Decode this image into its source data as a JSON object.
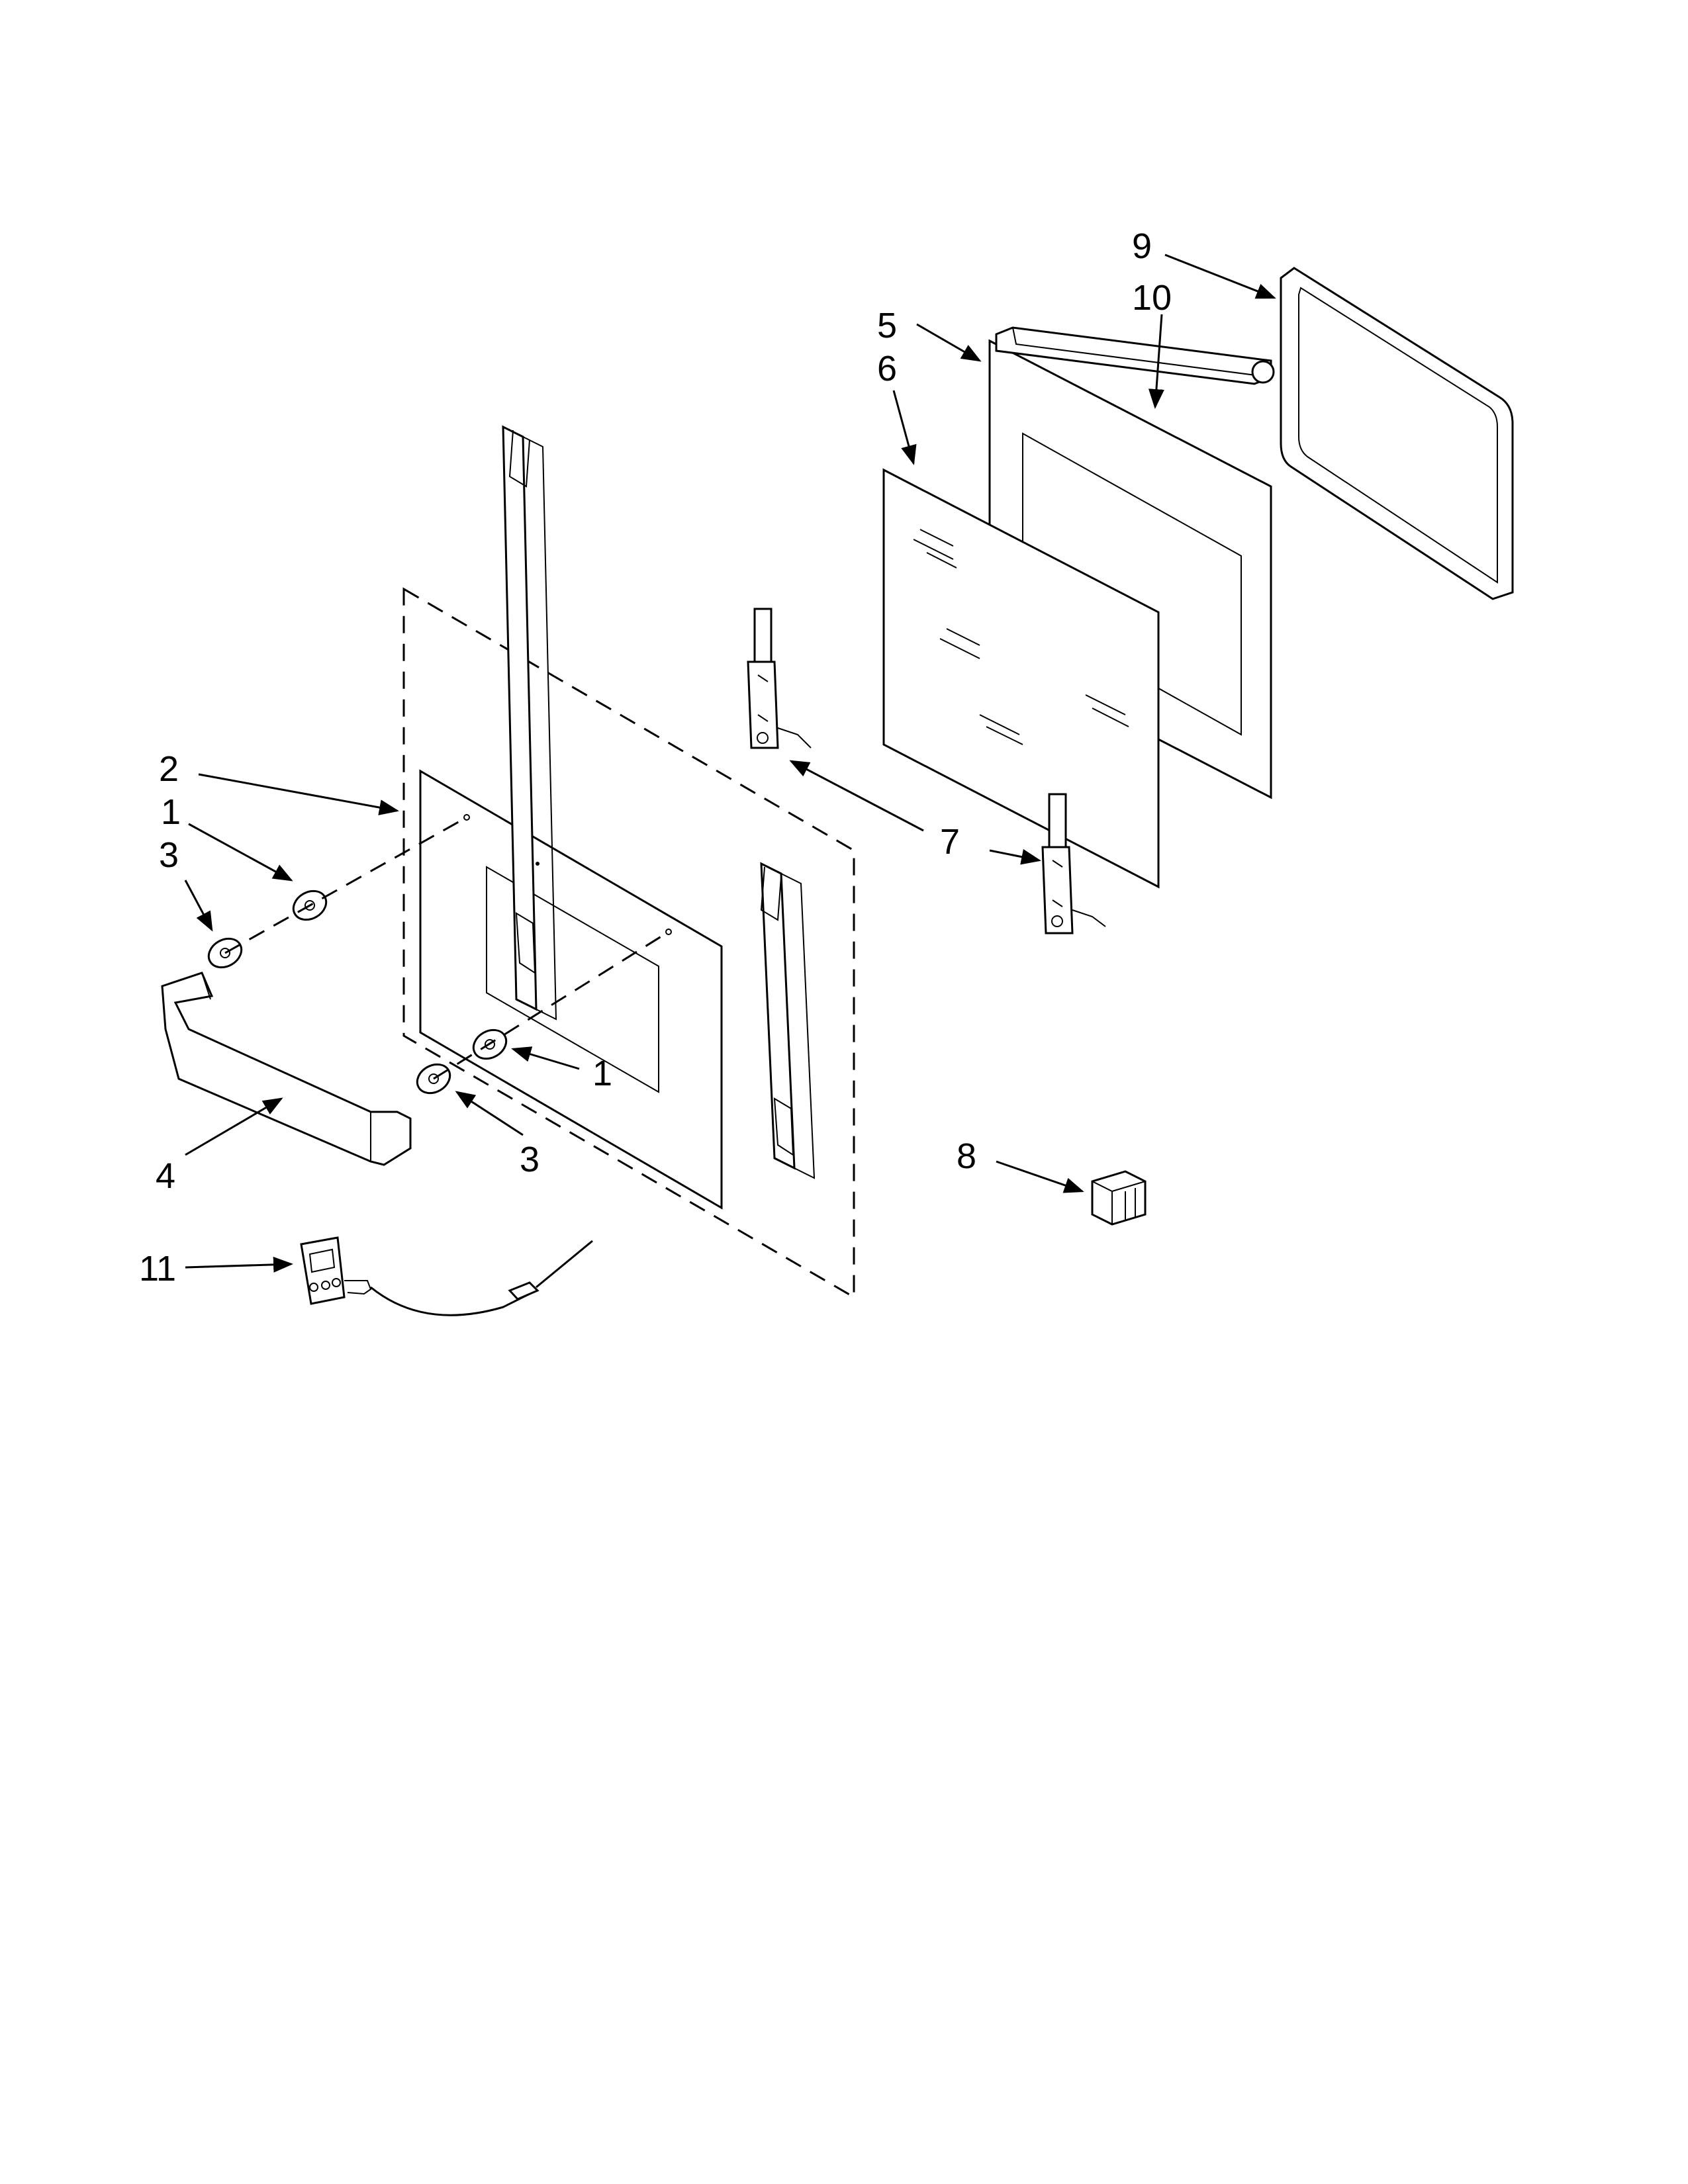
{
  "callouts": {
    "c1a": "1",
    "c1b": "1",
    "c2": "2",
    "c3a": "3",
    "c3b": "3",
    "c4": "4",
    "c5": "5",
    "c6": "6",
    "c7": "7",
    "c8": "8",
    "c9": "9",
    "c10": "10",
    "c11": "11"
  }
}
